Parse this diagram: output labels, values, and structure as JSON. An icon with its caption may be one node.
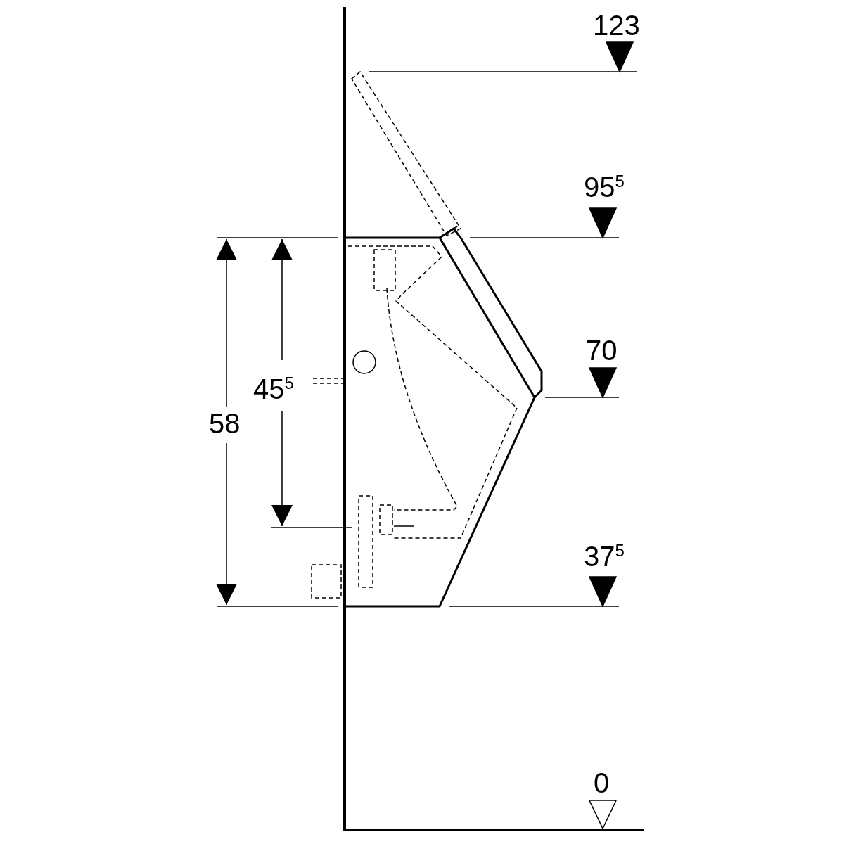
{
  "diagram": {
    "labels": [
      "123",
      "95$^{5}$",
      "70",
      "45$^{5}$",
      "58",
      "37$^{5}$",
      "0"
    ]
  }
}
